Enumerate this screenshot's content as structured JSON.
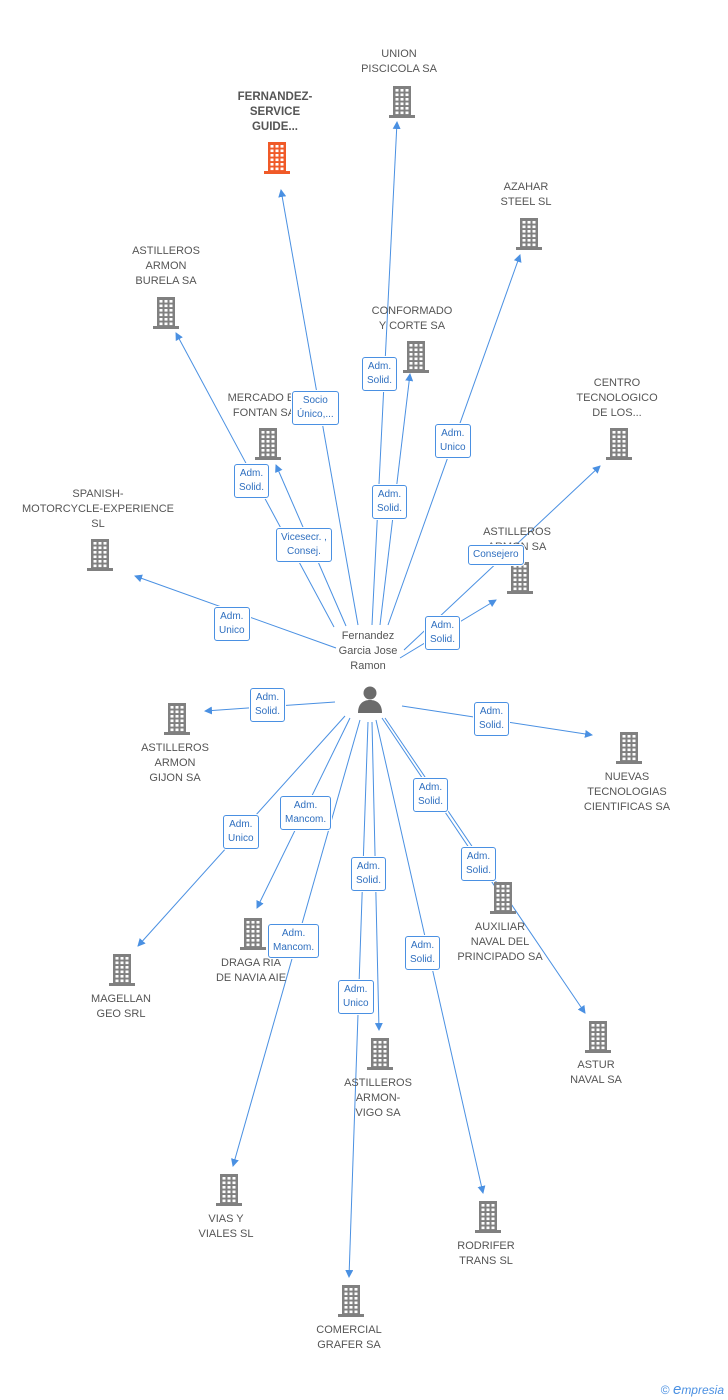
{
  "colors": {
    "edge": "#4a90e2",
    "building": "#808080",
    "focus_building": "#f05a28",
    "text": "#555555",
    "badge_text": "#2f6fbf"
  },
  "person": {
    "lines": [
      "Fernandez",
      "Garcia Jose",
      "Ramon"
    ],
    "icon": "person-icon"
  },
  "companies": [
    {
      "id": "union",
      "lines": [
        "UNION",
        "PISCICOLA SA"
      ],
      "focus": false
    },
    {
      "id": "fernandez",
      "lines": [
        "FERNANDEZ-",
        "SERVICE",
        "GUIDE..."
      ],
      "focus": true
    },
    {
      "id": "azahar",
      "lines": [
        "AZAHAR",
        "STEEL  SL"
      ],
      "focus": false
    },
    {
      "id": "burela",
      "lines": [
        "ASTILLEROS",
        "ARMON",
        "BURELA SA"
      ],
      "focus": false
    },
    {
      "id": "conformado",
      "lines": [
        "CONFORMADO",
        "Y CORTE SA"
      ],
      "focus": false
    },
    {
      "id": "mercado",
      "lines": [
        "MERCADO EL",
        "FONTAN SA"
      ],
      "focus": false
    },
    {
      "id": "centro",
      "lines": [
        "CENTRO",
        "TECNOLOGICO",
        "DE LOS..."
      ],
      "focus": false
    },
    {
      "id": "spanish",
      "lines": [
        "SPANISH-",
        "MOTORCYCLE-EXPERIENCE",
        "SL"
      ],
      "focus": false
    },
    {
      "id": "astilleros",
      "lines": [
        "ASTILLEROS",
        "ARMON SA"
      ],
      "focus": false
    },
    {
      "id": "gijon",
      "lines": [
        "ASTILLEROS",
        "ARMON",
        "GIJON SA"
      ],
      "focus": false
    },
    {
      "id": "nuevas",
      "lines": [
        "NUEVAS",
        "TECNOLOGIAS",
        "CIENTIFICAS SA"
      ],
      "focus": false
    },
    {
      "id": "auxiliar",
      "lines": [
        "AUXILIAR",
        "NAVAL DEL",
        "PRINCIPADO SA"
      ],
      "focus": false
    },
    {
      "id": "draga",
      "lines": [
        "DRAGA RIA",
        "DE NAVIA AIE"
      ],
      "focus": false
    },
    {
      "id": "magellan",
      "lines": [
        "MAGELLAN",
        "GEO SRL"
      ],
      "focus": false
    },
    {
      "id": "astur",
      "lines": [
        "ASTUR",
        "NAVAL SA"
      ],
      "focus": false
    },
    {
      "id": "vigo",
      "lines": [
        "ASTILLEROS",
        "ARMON-",
        "VIGO SA"
      ],
      "focus": false
    },
    {
      "id": "vias",
      "lines": [
        "VIAS Y",
        "VIALES SL"
      ],
      "focus": false
    },
    {
      "id": "rodrifer",
      "lines": [
        "RODRIFER",
        "TRANS  SL"
      ],
      "focus": false
    },
    {
      "id": "comercial",
      "lines": [
        "COMERCIAL",
        "GRAFER SA"
      ],
      "focus": false
    }
  ],
  "relations": [
    {
      "to": "union",
      "lines": [
        "Adm.",
        "Solid."
      ]
    },
    {
      "to": "fernandez",
      "lines": [
        "Socio",
        "Único,..."
      ]
    },
    {
      "to": "azahar",
      "lines": [
        "Adm.",
        "Unico"
      ]
    },
    {
      "to": "burela",
      "lines": [
        "Adm.",
        "Solid."
      ]
    },
    {
      "to": "conformado",
      "lines": [
        "Adm.",
        "Solid."
      ]
    },
    {
      "to": "mercado",
      "lines": [
        "Vicesecr. ,",
        "Consej."
      ]
    },
    {
      "to": "centro",
      "lines": [
        "Consejero"
      ]
    },
    {
      "to": "spanish",
      "lines": [
        "Adm.",
        "Unico"
      ]
    },
    {
      "to": "astilleros",
      "lines": [
        "Adm.",
        "Solid."
      ]
    },
    {
      "to": "gijon",
      "lines": [
        "Adm.",
        "Solid."
      ]
    },
    {
      "to": "nuevas",
      "lines": [
        "Adm.",
        "Solid."
      ]
    },
    {
      "to": "auxiliar",
      "lines": [
        "Adm.",
        "Solid."
      ]
    },
    {
      "to": "draga",
      "lines": [
        "Adm.",
        "Mancom."
      ]
    },
    {
      "to": "magellan",
      "lines": [
        "Adm.",
        "Unico"
      ]
    },
    {
      "to": "astur",
      "lines": [
        "Adm.",
        "Solid."
      ]
    },
    {
      "to": "vigo",
      "lines": [
        "Adm.",
        "Solid."
      ]
    },
    {
      "to": "vias",
      "lines": [
        "Adm.",
        "Mancom."
      ]
    },
    {
      "to": "rodrifer",
      "lines": [
        "Adm.",
        "Solid."
      ]
    },
    {
      "to": "comercial",
      "lines": [
        "Adm.",
        "Unico"
      ]
    }
  ],
  "footer": {
    "copyright": "©",
    "brand_e": "e",
    "brand_rest": "mpresia"
  }
}
